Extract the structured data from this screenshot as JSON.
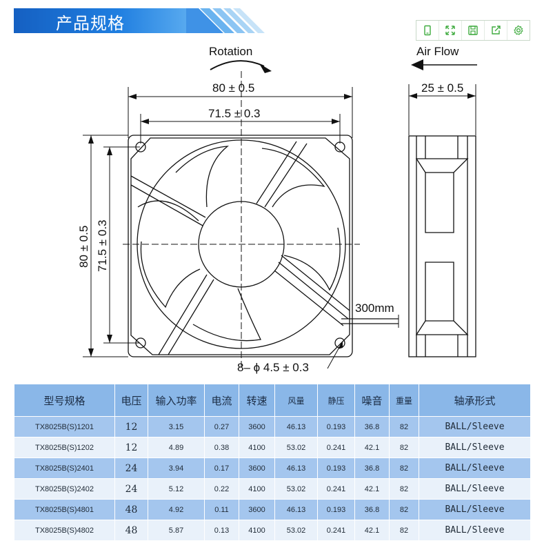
{
  "header": {
    "title": "产品规格"
  },
  "toolbar": {
    "buttons": [
      {
        "name": "mobile-icon"
      },
      {
        "name": "fullscreen-icon"
      },
      {
        "name": "save-icon"
      },
      {
        "name": "share-icon"
      },
      {
        "name": "settings-icon"
      }
    ],
    "accent": "#3daa3d"
  },
  "drawing": {
    "rotation_label": "Rotation",
    "airflow_label": "Air Flow",
    "dim_width_outer": "80 ± 0.5",
    "dim_width_inner": "71.5 ± 0.3",
    "dim_height_outer": "80 ± 0.5",
    "dim_height_inner": "71.5 ± 0.3",
    "dim_depth": "25 ± 0.5",
    "cable_length": "300mm",
    "hole_spec": "8– ϕ 4.5 ± 0.3"
  },
  "table": {
    "headers": [
      "型号规格",
      "电压",
      "输入功率",
      "电流",
      "转速",
      "风量",
      "静压",
      "噪音",
      "重量",
      "轴承形式"
    ],
    "rows": [
      [
        "TX8025B(S)1201",
        "12",
        "3.15",
        "0.27",
        "3600",
        "46.13",
        "0.193",
        "36.8",
        "82",
        "BALL/Sleeve"
      ],
      [
        "TX8025B(S)1202",
        "12",
        "4.89",
        "0.38",
        "4100",
        "53.02",
        "0.241",
        "42.1",
        "82",
        "BALL/Sleeve"
      ],
      [
        "TX8025B(S)2401",
        "24",
        "3.94",
        "0.17",
        "3600",
        "46.13",
        "0.193",
        "36.8",
        "82",
        "BALL/Sleeve"
      ],
      [
        "TX8025B(S)2402",
        "24",
        "5.12",
        "0.22",
        "4100",
        "53.02",
        "0.241",
        "42.1",
        "82",
        "BALL/Sleeve"
      ],
      [
        "TX8025B(S)4801",
        "48",
        "4.92",
        "0.11",
        "3600",
        "46.13",
        "0.193",
        "36.8",
        "82",
        "BALL/Sleeve"
      ],
      [
        "TX8025B(S)4802",
        "48",
        "5.87",
        "0.13",
        "4100",
        "53.02",
        "0.241",
        "42.1",
        "82",
        "BALL/Sleeve"
      ]
    ]
  },
  "colors": {
    "banner": "#1a73d4",
    "header_row": "#8ab7e8",
    "row_odd": "#a4c6ee",
    "row_even": "#e9f1fa"
  }
}
